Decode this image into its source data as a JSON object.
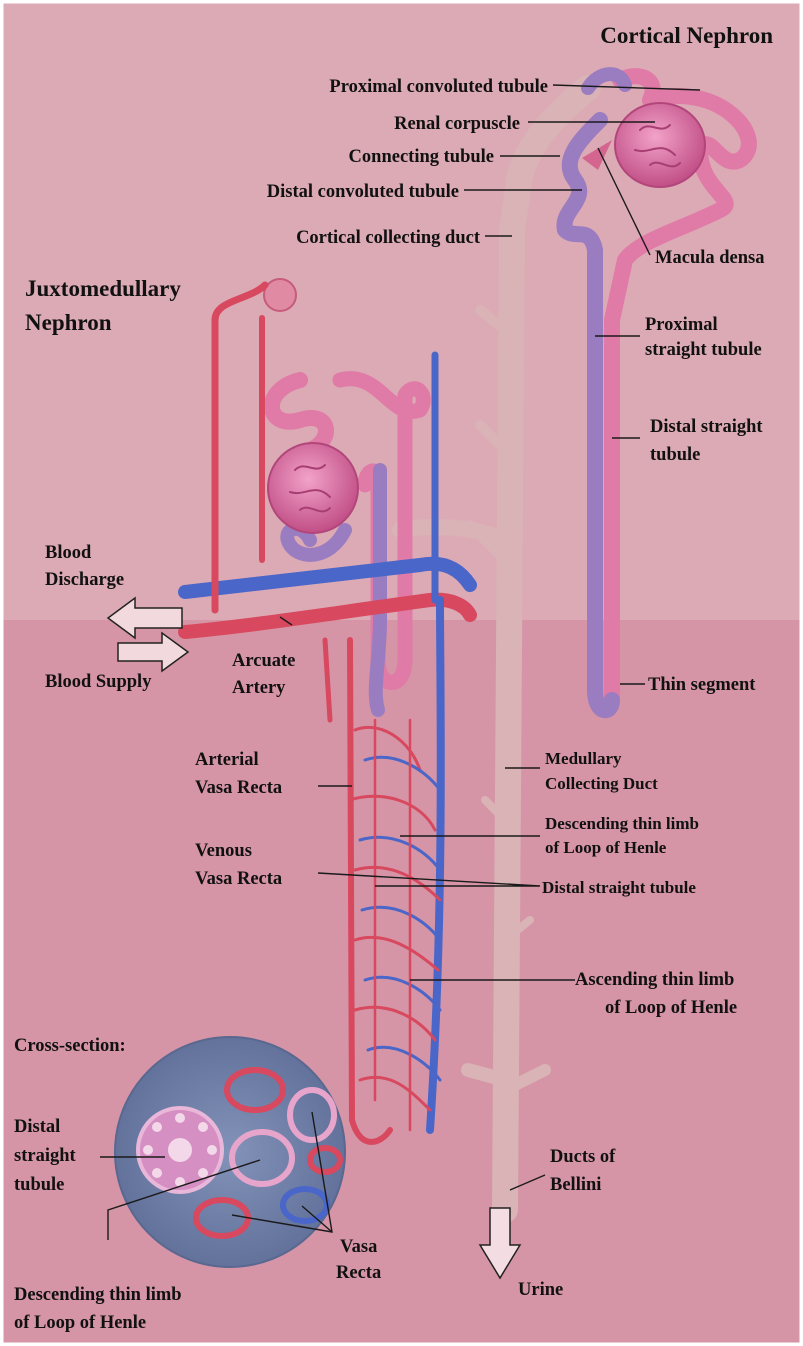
{
  "headings": {
    "cortical": "Cortical Nephron",
    "juxta_line1": "Juxtomedullary",
    "juxta_line2": "Nephron",
    "cross_section": "Cross-section:"
  },
  "labels": {
    "proximal_convoluted_tubule": "Proximal convoluted tubule",
    "renal_corpuscle": "Renal corpuscle",
    "connecting_tubule": "Connecting tubule",
    "distal_convoluted_tubule": "Distal convoluted tubule",
    "cortical_collecting_duct": "Cortical collecting duct",
    "macula_densa": "Macula densa",
    "proximal_straight_tubule_1": "Proximal",
    "proximal_straight_tubule_2": "straight tubule",
    "distal_straight_tubule_top_1": "Distal straight",
    "distal_straight_tubule_top_2": "tubule",
    "blood_discharge_1": "Blood",
    "blood_discharge_2": "Discharge",
    "blood_supply": "Blood Supply",
    "arcuate_artery_1": "Arcuate",
    "arcuate_artery_2": "Artery",
    "thin_segment": "Thin segment",
    "arterial_vasa_recta_1": "Arterial",
    "arterial_vasa_recta_2": "Vasa Recta",
    "medullary_collecting_duct_1": "Medullary",
    "medullary_collecting_duct_2": "Collecting Duct",
    "descending_thin_limb_1": "Descending thin limb",
    "descending_thin_limb_2": "of Loop of Henle",
    "venous_vasa_recta_1": "Venous",
    "venous_vasa_recta_2": "Vasa Recta",
    "distal_straight_tubule_mid": "Distal straight tubule",
    "ascending_thin_limb_1": "Ascending thin limb",
    "ascending_thin_limb_2": "of Loop of Henle",
    "ducts_of_bellini_1": "Ducts of",
    "ducts_of_bellini_2": "Bellini",
    "urine": "Urine",
    "cs_distal_1": "Distal",
    "cs_distal_2": "straight",
    "cs_distal_3": "tubule",
    "cs_descending_1": "Descending thin limb",
    "cs_descending_2": "of Loop of Henle",
    "cs_vasa_recta_1": "Vasa",
    "cs_vasa_recta_2": "Recta"
  },
  "colors": {
    "background_upper": "#dcaab5",
    "background_lower": "#d595a6",
    "tubule_pink": "#e07aa6",
    "tubule_purple": "#9a7cc0",
    "artery_red": "#d8485e",
    "vein_blue": "#4a66c8",
    "duct_beige": "#d9b3b5",
    "cross_section_bg": "#6d7ea8"
  }
}
